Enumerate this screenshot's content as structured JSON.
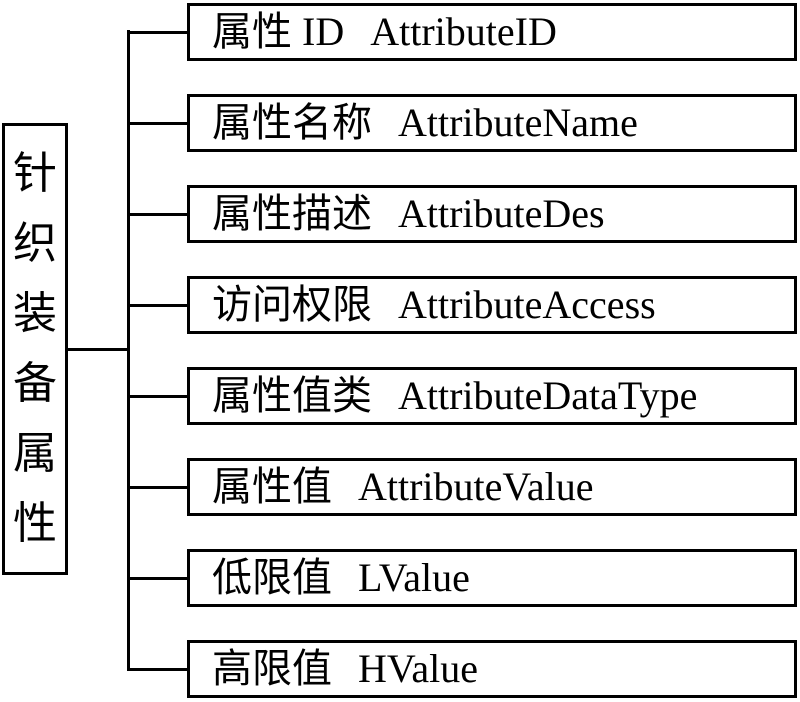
{
  "colors": {
    "background": "#ffffff",
    "line": "#000000",
    "text": "#000000"
  },
  "root": {
    "label": "针织装备属性"
  },
  "nodes": [
    {
      "name": "属性 ID",
      "code": "AttributeID"
    },
    {
      "name": "属性名称",
      "code": "AttributeName"
    },
    {
      "name": "属性描述",
      "code": "AttributeDes"
    },
    {
      "name": "访问权限",
      "code": "AttributeAccess"
    },
    {
      "name": "属性值类",
      "code": "AttributeDataType"
    },
    {
      "name": "属性值",
      "code": "AttributeValue"
    },
    {
      "name": "低限值",
      "code": "LValue"
    },
    {
      "name": "高限值",
      "code": "HValue"
    }
  ]
}
